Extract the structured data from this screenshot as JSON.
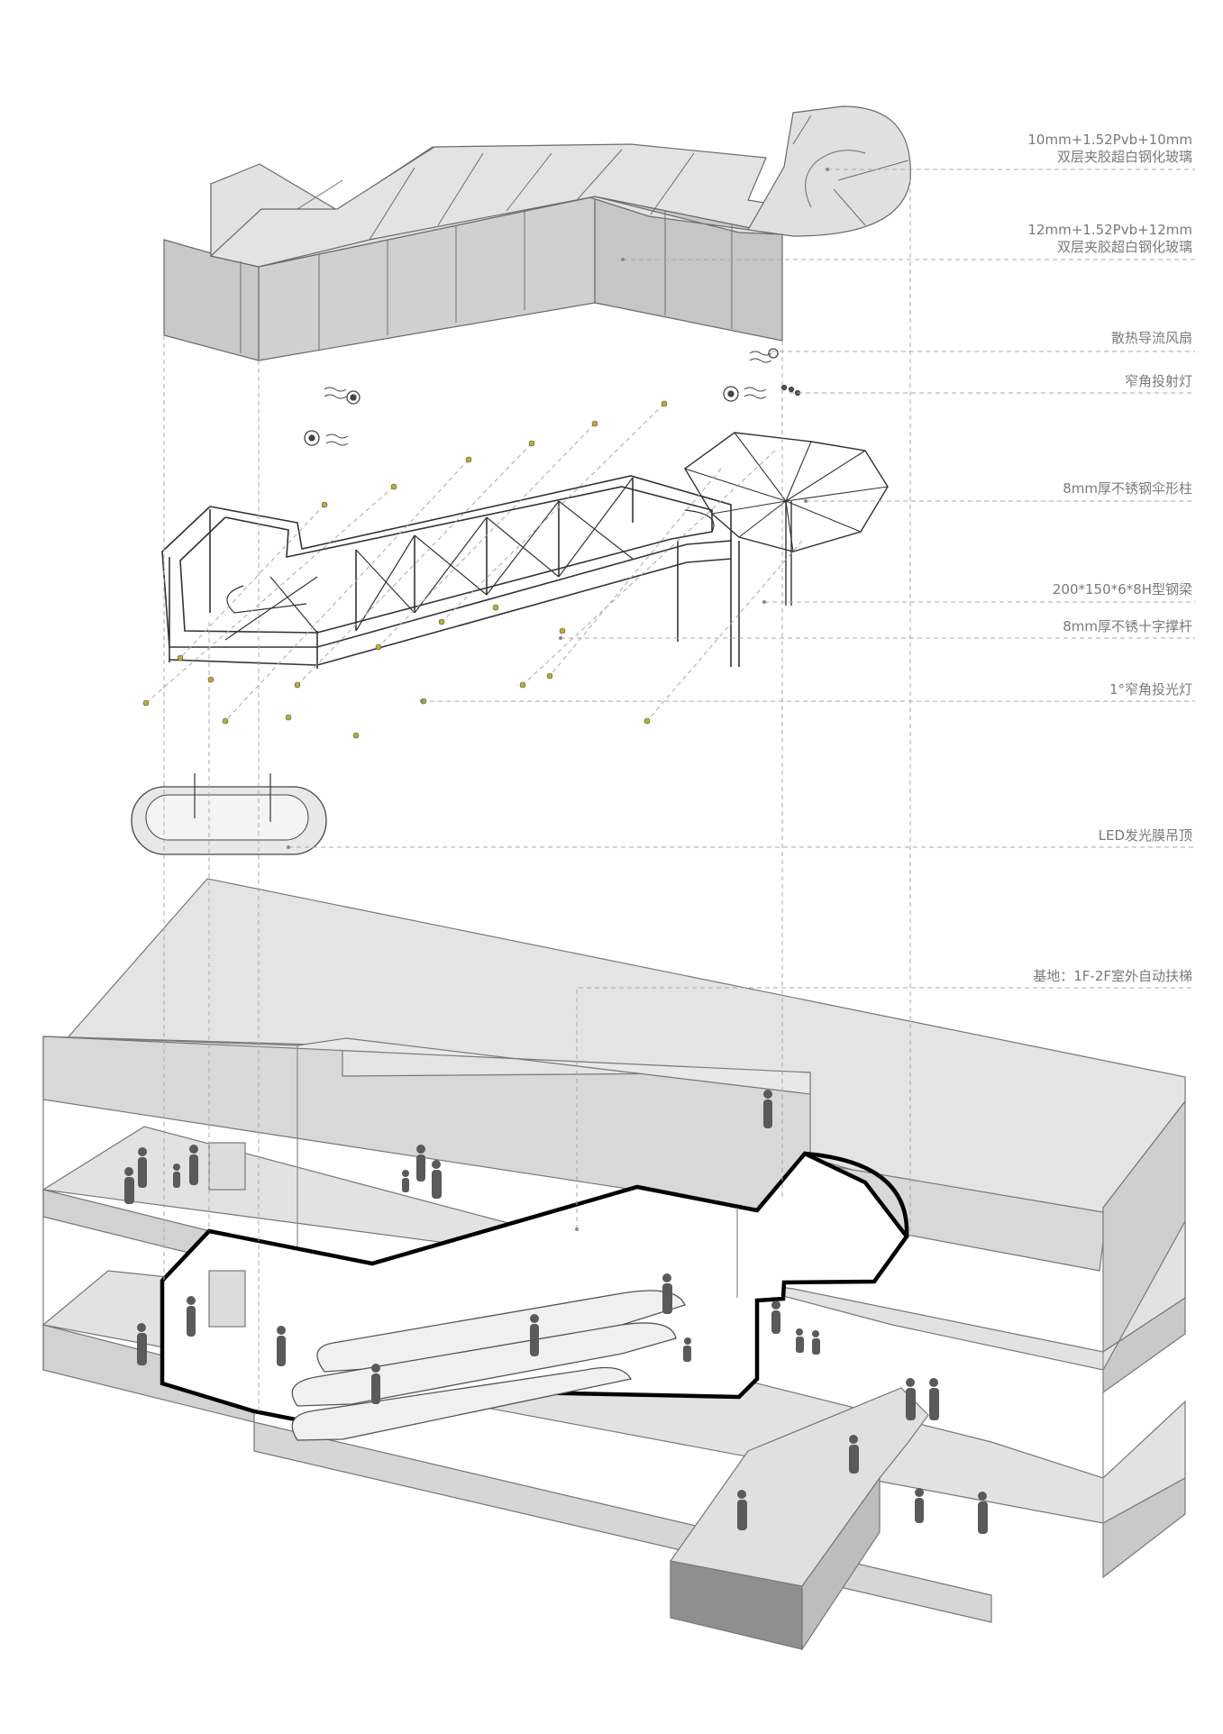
{
  "labels": [
    {
      "line1": "10mm+1.52Pvb+10mm",
      "line2": "双层夹胶超白钢化玻璃"
    },
    {
      "line1": "12mm+1.52Pvb+12mm",
      "line2": "双层夹胶超白钢化玻璃"
    },
    {
      "line1": "散热导流风扇"
    },
    {
      "line1": "窄角投射灯"
    },
    {
      "line1": "8mm厚不锈钢伞形柱"
    },
    {
      "line1": "200*150*6*8H型钢梁"
    },
    {
      "line1": "8mm厚不锈十字撑杆"
    },
    {
      "line1": "1°窄角投光灯"
    },
    {
      "line1": "LED发光膜吊顶"
    },
    {
      "line1": "基地：1F-2F室外自动扶梯"
    }
  ],
  "colors": {
    "glass_face": "#cfcfcf",
    "glass_top": "#e2e2e2",
    "slab_top": "#e6e6e6",
    "slab_side": "#d4d4d4",
    "dark_side": "#8c8c8c",
    "leader": "#a8a8a8",
    "figure": "#5a5a5a",
    "lamp": "#b8b12a"
  }
}
